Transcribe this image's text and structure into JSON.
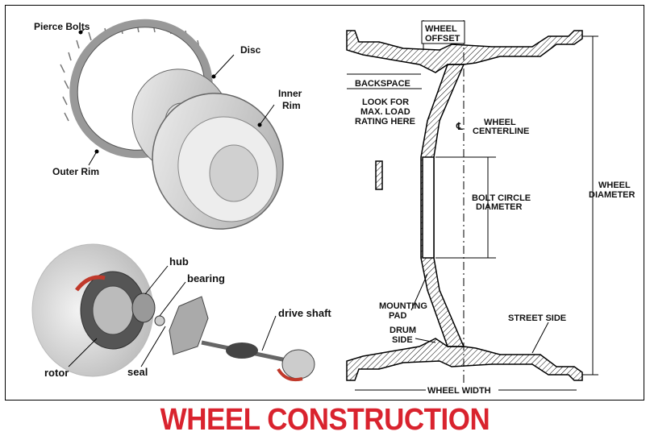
{
  "title": "WHEEL CONSTRUCTION",
  "colors": {
    "title": "#d9232e"
  },
  "exploded_view": {
    "pierce_bolts": "Pierce Bolts",
    "disc": "Disc",
    "inner_rim_1": "Inner",
    "inner_rim_2": "Rim",
    "outer_rim": "Outer Rim"
  },
  "hub_assembly": {
    "hub": "hub",
    "bearing": "bearing",
    "drive_shaft": "drive shaft",
    "rotor": "rotor",
    "seal": "seal"
  },
  "cross_section": {
    "wheel_offset_1": "WHEEL",
    "wheel_offset_2": "OFFSET",
    "backspace": "BACKSPACE",
    "load_1": "LOOK FOR",
    "load_2": "MAX. LOAD",
    "load_3": "RATING HERE",
    "centerline_symbol": "℄",
    "centerline_1": "WHEEL",
    "centerline_2": "CENTERLINE",
    "bolt_1": "BOLT CIRCLE",
    "bolt_2": "DIAMETER",
    "diameter_1": "WHEEL",
    "diameter_2": "DIAMETER",
    "mounting_1": "MOUNTING",
    "mounting_2": "PAD",
    "drum_1": "DRUM",
    "drum_2": "SIDE",
    "street_side": "STREET SIDE",
    "wheel_width": "WHEEL WIDTH"
  }
}
